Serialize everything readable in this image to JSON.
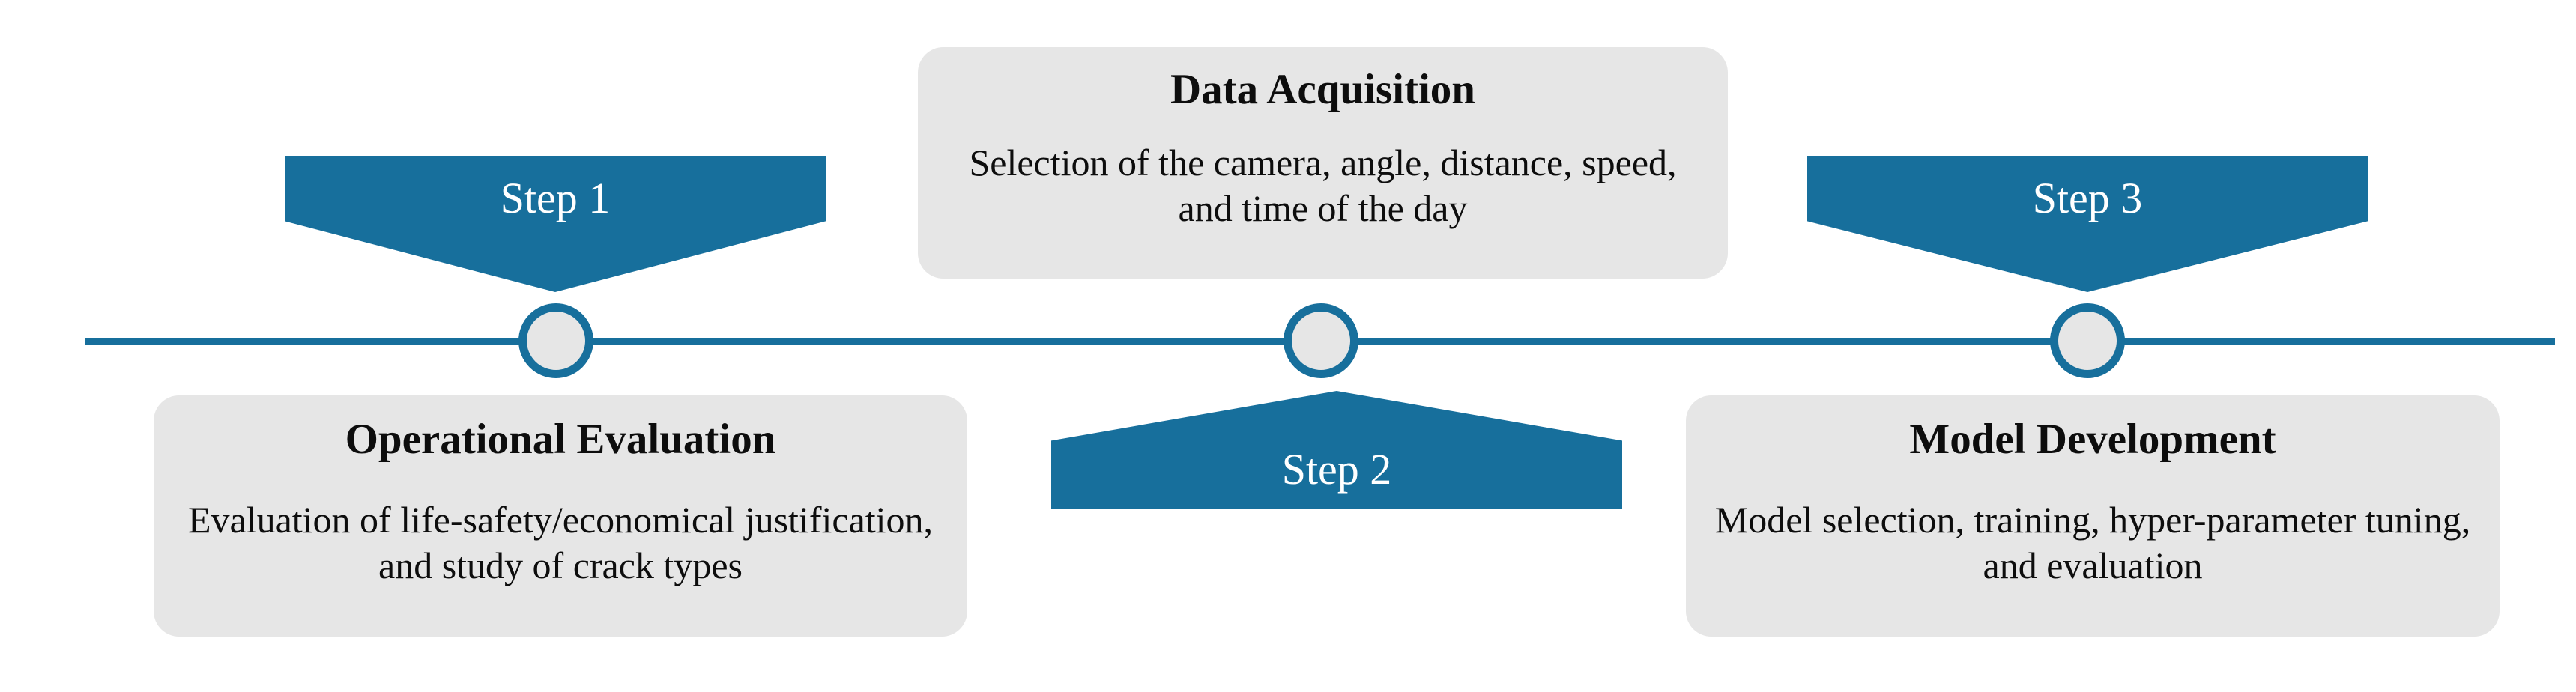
{
  "diagram": {
    "title": "Crack detection workflow timeline",
    "type": "timeline",
    "colors": {
      "accent": "#176f9c",
      "card_background": "#e6e6e6",
      "page_background": "#ffffff",
      "banner_text": "#ffffff",
      "card_text": "#0d0d0d"
    }
  },
  "axis": {
    "orientation": "horizontal",
    "node_count": 3
  },
  "steps": [
    {
      "id": "step-1",
      "badge_label": "Step 1",
      "badge_direction": "down",
      "card_position": "below",
      "card_title": "Operational Evaluation",
      "card_body": "Evaluation of life-safety/economical justification, and study of crack types"
    },
    {
      "id": "step-2",
      "badge_label": "Step 2",
      "badge_direction": "up",
      "card_position": "above",
      "card_title": "Data Acquisition",
      "card_body": "Selection of the camera, angle, distance, speed, and time of the day"
    },
    {
      "id": "step-3",
      "badge_label": "Step 3",
      "badge_direction": "down",
      "card_position": "below",
      "card_title": "Model Development",
      "card_body": "Model selection, training, hyper-parameter tuning, and evaluation"
    }
  ]
}
